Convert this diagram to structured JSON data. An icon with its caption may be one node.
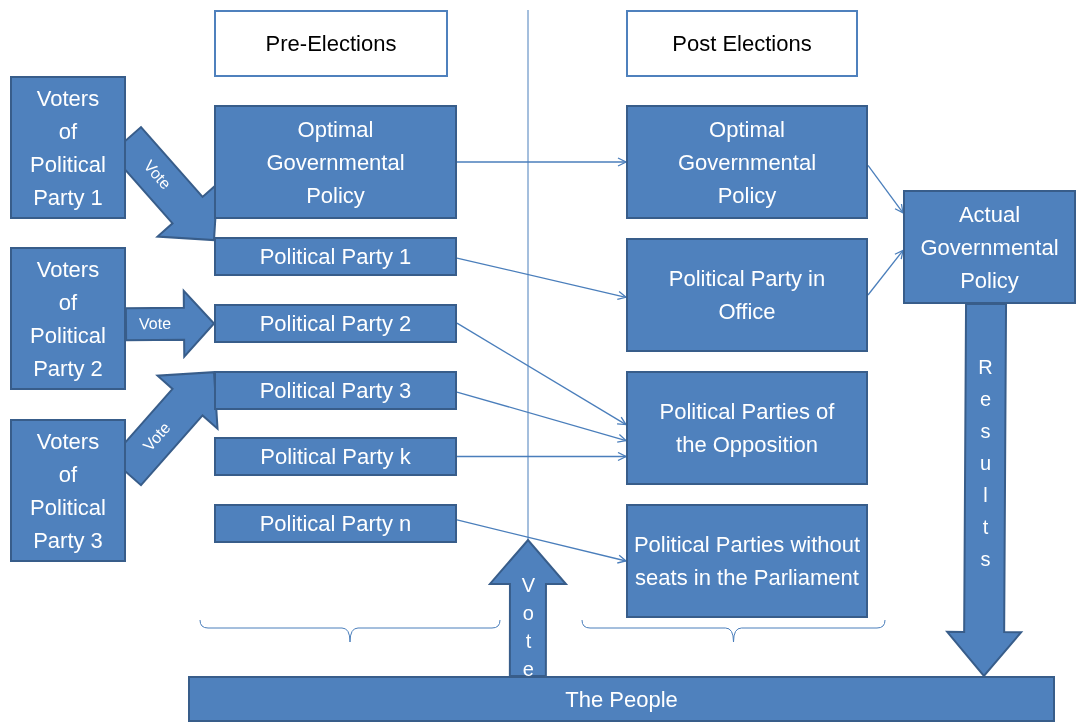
{
  "diagram": {
    "nodes": [
      {
        "text": [
          "Pre-Elections"
        ]
      },
      {
        "text": [
          "Post Elections"
        ]
      },
      {
        "text": [
          "Voters of Political Party 1"
        ]
      },
      {
        "text": [
          "Voters of Political Party 2"
        ]
      },
      {
        "text": [
          "Voters of Political Party 3"
        ]
      },
      {
        "text": [
          "Optimal Governmental Policy"
        ]
      },
      {
        "text": [
          "Political Party 1"
        ]
      },
      {
        "text": [
          "Political Party 2"
        ]
      },
      {
        "text": [
          "Political Party 3"
        ]
      },
      {
        "text": [
          "Political Party k"
        ]
      },
      {
        "text": [
          "Political Party n"
        ]
      },
      {
        "text": [
          "Optimal Governmental Policy"
        ]
      },
      {
        "text": [
          "Political Party in Office"
        ]
      },
      {
        "text": [
          "Political Parties of the Opposition"
        ]
      },
      {
        "text": [
          "Political Parties without seats in the Parliament"
        ]
      },
      {
        "text": [
          "Actual Governmental Policy"
        ]
      },
      {
        "text": [
          "The People"
        ]
      }
    ],
    "edges": [
      {
        "from": 2,
        "to": 6,
        "arrow": "to",
        "label": "Vote",
        "style": "thick"
      },
      {
        "from": 3,
        "to": 7,
        "arrow": "to",
        "label": "Vote",
        "style": "thick"
      },
      {
        "from": 4,
        "to": 8,
        "arrow": "to",
        "label": "Vote",
        "style": "thick"
      },
      {
        "from": 16,
        "to": null,
        "arrow": "to",
        "label": "Vote",
        "style": "thick"
      },
      {
        "from": 15,
        "to": 16,
        "arrow": "to",
        "label": "Results",
        "style": "thick"
      },
      {
        "from": 5,
        "to": 11,
        "arrow": "to"
      },
      {
        "from": 6,
        "to": 12,
        "arrow": "to"
      },
      {
        "from": 7,
        "to": 13,
        "arrow": "to"
      },
      {
        "from": 8,
        "to": 13,
        "arrow": "to"
      },
      {
        "from": 9,
        "to": 13,
        "arrow": "to"
      },
      {
        "from": 10,
        "to": 14,
        "arrow": "to"
      },
      {
        "from": 11,
        "to": 15,
        "arrow": "to"
      },
      {
        "from": 12,
        "to": 15,
        "arrow": "to"
      }
    ]
  }
}
